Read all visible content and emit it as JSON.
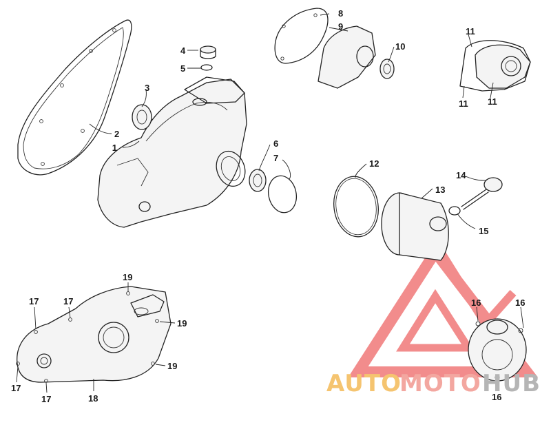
{
  "callouts": {
    "c1": "1",
    "c2": "2",
    "c3": "3",
    "c4": "4",
    "c5": "5",
    "c6": "6",
    "c7": "7",
    "c8": "8",
    "c9": "9",
    "c10": "10",
    "c11a": "11",
    "c11b": "11",
    "c11c": "11",
    "c12": "12",
    "c13": "13",
    "c14": "14",
    "c15": "15",
    "c16a": "16",
    "c16b": "16",
    "c16c": "16",
    "c17a": "17",
    "c17b": "17",
    "c17c": "17",
    "c17d": "17",
    "c18": "18",
    "c19a": "19",
    "c19b": "19",
    "c19c": "19"
  },
  "watermark": {
    "word_a": "AUTO",
    "word_b": "MOTO",
    "word_c": "HUB",
    "color_a": "#f5c470",
    "color_b": "#f3a7a0",
    "color_c": "#b5b5b5",
    "logo_color": "#f07878"
  }
}
